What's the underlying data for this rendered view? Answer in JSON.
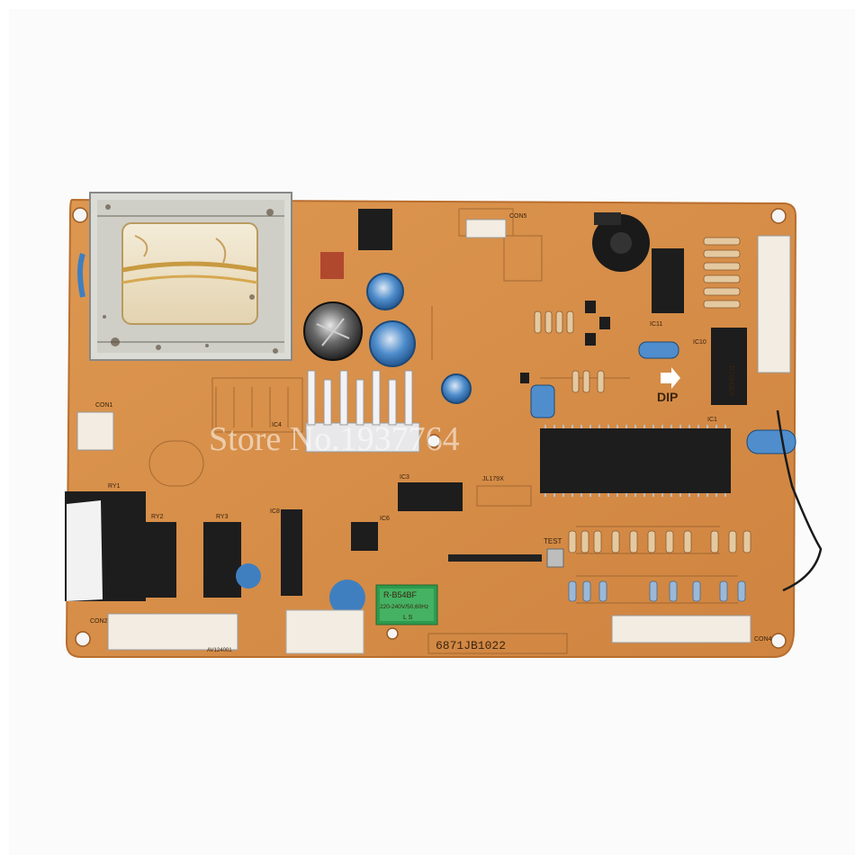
{
  "watermark": "Store No.1937764",
  "board": {
    "part_number": "6871JB1022",
    "model_label": "R-B54BF",
    "rating_label": "220-240V/50,60Hz",
    "arrow_label": "DIP",
    "test_label": "TEST",
    "cert_label": "JL179X",
    "stamp_label": "L S",
    "bottom_code": "AV124001"
  },
  "connectors": {
    "con1": "CON1",
    "con2": "CON2",
    "con4": "CON4",
    "con5": "CON5"
  },
  "relays": [
    "RY1",
    "RY2",
    "RY3"
  ],
  "chips": {
    "ic1": "IC1",
    "ic3": "IC3",
    "ic4": "IC4",
    "ic6": "IC6",
    "ic8": "IC8",
    "ic10": "IC10",
    "ic10_text": "TOSHIBA",
    "ic11": "IC11"
  },
  "colors": {
    "board": "#d9904a",
    "board_edge": "#c47a35",
    "trace_label": "#3a2410",
    "chip": "#1d1d1d",
    "capacitor_blue": "#3f7fc0",
    "connector": "#f2ece2",
    "heatsink": "#e8e8ea",
    "background": "#ffffff"
  }
}
